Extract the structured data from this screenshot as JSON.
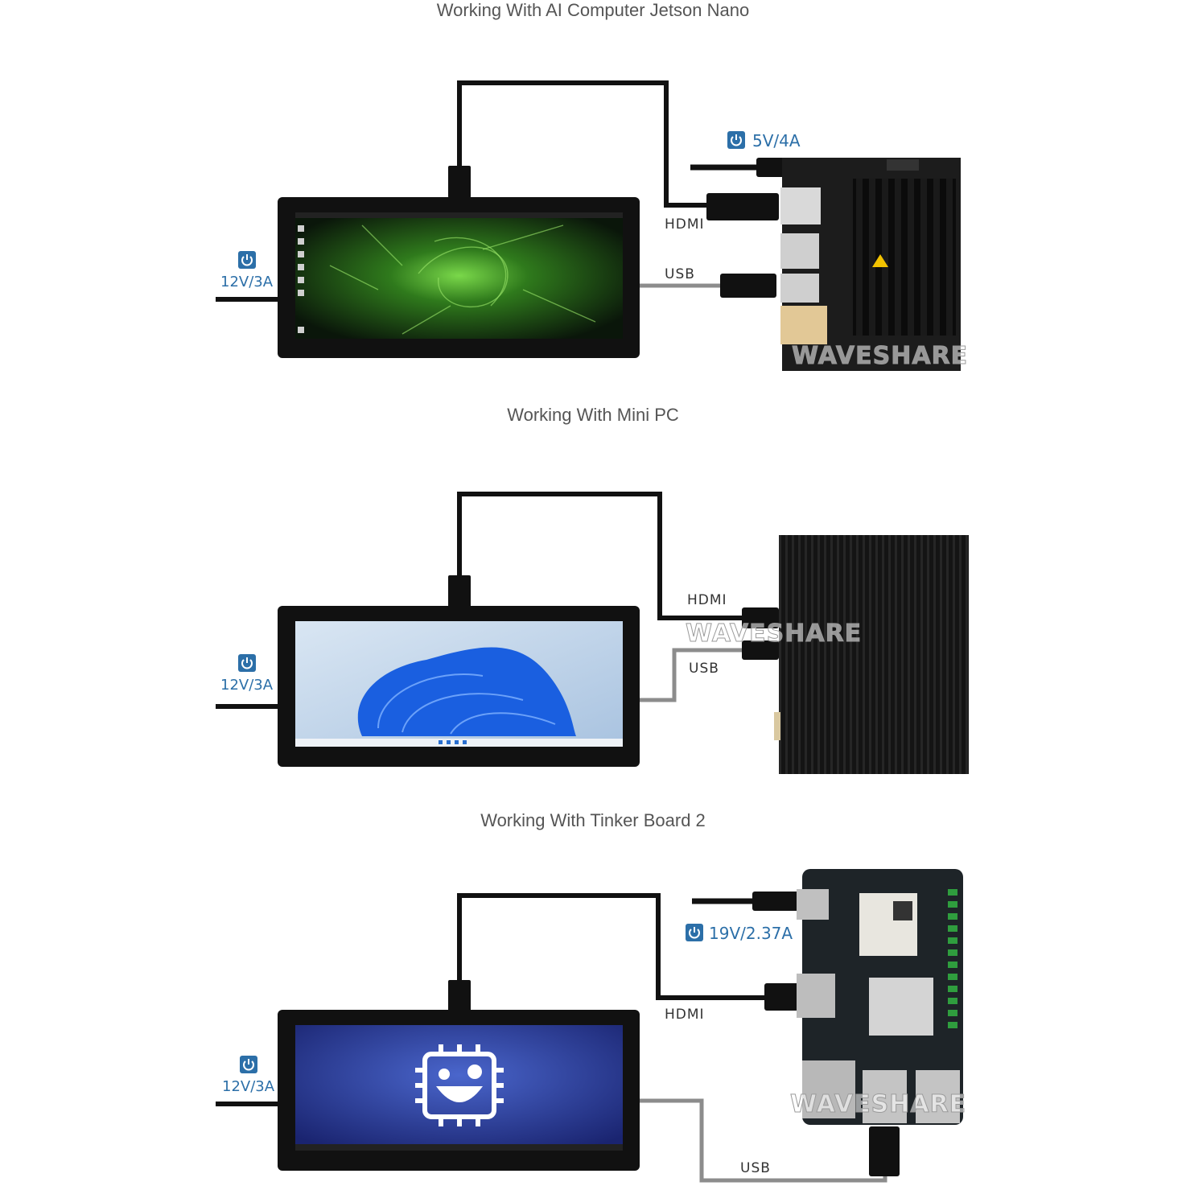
{
  "sections": [
    {
      "title": "Working With AI Computer Jetson Nano",
      "device_power": "5V/4A",
      "display_power": "12V/3A",
      "hdmi_label": "HDMI",
      "usb_label": "USB",
      "watermark": "WAVESHARE",
      "screen": "nvidia-green-wallpaper"
    },
    {
      "title": "Working With Mini PC",
      "display_power": "12V/3A",
      "hdmi_label": "HDMI",
      "usb_label": "USB",
      "watermark": "WAVESHARE",
      "screen": "windows-11-bloom-wallpaper"
    },
    {
      "title": "Working With Tinker Board 2",
      "device_power": "19V/2.37A",
      "display_power": "12V/3A",
      "hdmi_label": "HDMI",
      "usb_label": "USB",
      "watermark": "WAVESHARE",
      "screen": "tinker-os-chip-logo"
    }
  ],
  "icons": {
    "power": "power-icon",
    "accent": "#2c6fa8"
  }
}
